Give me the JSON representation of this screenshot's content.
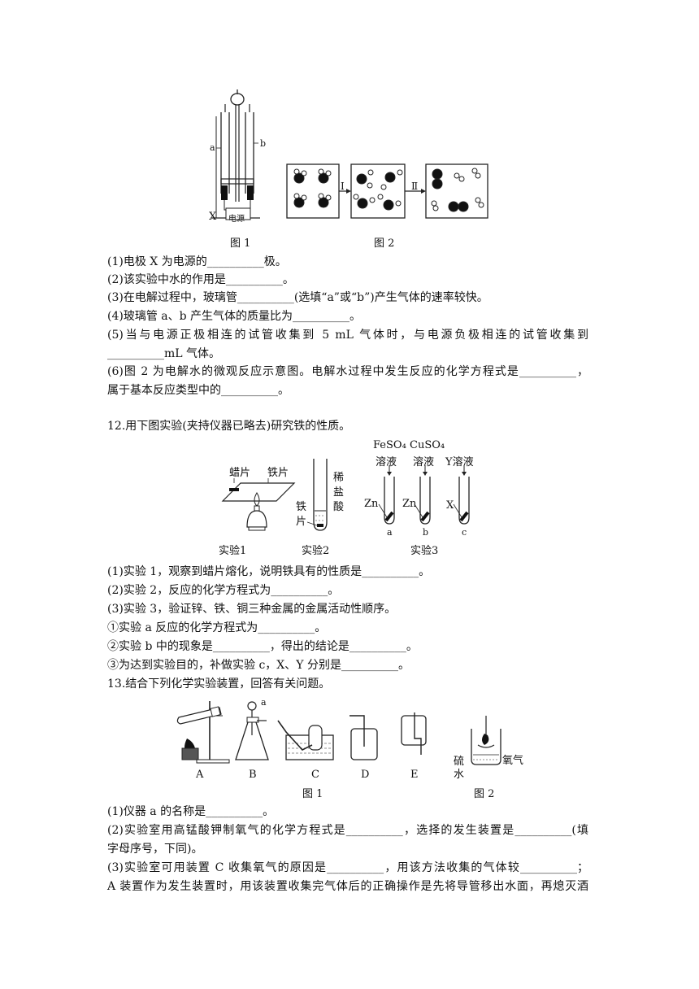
{
  "section1": {
    "fig1_caption": "图 1",
    "fig2_caption": "图 2",
    "fig1_labels": {
      "a": "a",
      "b": "b",
      "x": "X",
      "power": "电源"
    },
    "fig2_labels": {
      "step1": "Ⅰ",
      "step2": "Ⅱ"
    },
    "lines": [
      "(1)电极 X 为电源的__________极。",
      "(2)该实验中水的作用是__________。",
      "(3)在电解过程中，玻璃管__________(选填“a”或“b”)产生气体的速率较快。",
      "(4)玻璃管 a、b 产生气体的质量比为__________。",
      "(5)当与电源正极相连的试管收集到 5 mL 气体时，与电源负极相连的试管收集到",
      "__________mL 气体。",
      "(6)图 2 为电解水的微观反应示意图。电解水过程中发生反应的化学方程式是__________，",
      "属于基本反应类型中的__________。"
    ]
  },
  "section2": {
    "title": "12.用下图实验(夹持仪器已略去)研究铁的性质。",
    "labels": {
      "wax": "蜡片",
      "iron_sheet": "铁片",
      "iron_piece_1": "铁",
      "iron_piece_2": "片",
      "acid_1": "稀",
      "acid_2": "盐",
      "acid_3": "酸",
      "feso4": "FeSO₄",
      "cuso4": "CuSO₄",
      "solution": "溶液",
      "y_solution": "Y溶液",
      "zn": "Zn",
      "x": "X",
      "tube_a": "a",
      "tube_b": "b",
      "tube_c": "c",
      "exp1": "实验1",
      "exp2": "实验2",
      "exp3": "实验3"
    },
    "lines": [
      "(1)实验 1，观察到蜡片熔化，说明铁具有的性质是__________。",
      "(2)实验 2，反应的化学方程式为__________。",
      "(3)实验 3，验证锌、铁、铜三种金属的金属活动性顺序。",
      "①实验 a 反应的化学方程式为__________。",
      "②实验 b 中的现象是__________，得出的结论是__________。",
      "③为达到实验目的，补做实验 c，X、Y 分别是__________。"
    ]
  },
  "section3": {
    "title": "13.结合下列化学实验装置，回答有关问题。",
    "labels": {
      "a": "a",
      "A": "A",
      "B": "B",
      "C": "C",
      "D": "D",
      "E": "E",
      "fig1": "图 1",
      "fig2": "图 2",
      "sulfur_1": "硫",
      "water": "水",
      "oxygen": "氧气"
    },
    "lines": [
      "(1)仪器 a 的名称是__________。",
      "(2)实验室用高锰酸钾制氧气的化学方程式是__________，选择的发生装置是__________(填",
      "字母序号，下同)。",
      "(3)实验室可用装置 C 收集氧气的原因是__________，用该方法收集的气体较__________；",
      "A 装置作为发生装置时，用该装置收集完气体后的正确操作是先将导管移出水面，再熄灭酒"
    ]
  }
}
